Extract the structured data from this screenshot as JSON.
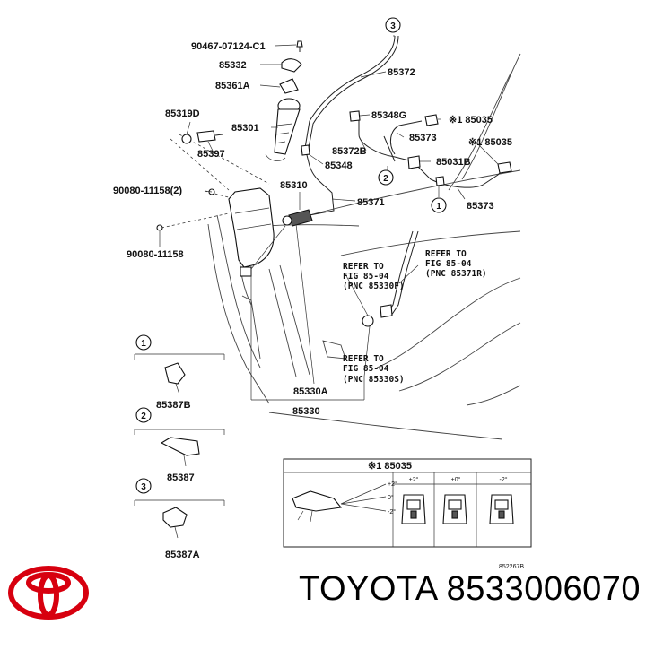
{
  "callouts": {
    "c3_top": "3",
    "c2_mid": "2",
    "c1_mid": "1",
    "c1_legend": "1",
    "c2_legend": "2",
    "c3_legend": "3"
  },
  "parts": {
    "p90467": "90467-07124-C1",
    "p85332": "85332",
    "p85361A": "85361A",
    "p85372": "85372",
    "p85319D": "85319D",
    "p85301": "85301",
    "p85397": "85397",
    "p85348G": "85348G",
    "p85035a": "※1 85035",
    "p85373a": "85373",
    "p85035b": "※1 85035",
    "p85372B": "85372B",
    "p85348": "85348",
    "p85031B": "85031B",
    "p90080a": "90080-11158(2)",
    "p85310": "85310",
    "p85371": "85371",
    "p85373b": "85373",
    "p90080b": "90080-11158",
    "p85330A": "85330A",
    "p85330": "85330",
    "p85387B": "85387B",
    "p85387": "85387",
    "p85387A": "85387A"
  },
  "refer": {
    "r1": [
      "REFER TO",
      "FIG 85-04",
      "(PNC 85330F)"
    ],
    "r2": [
      "REFER TO",
      "FIG 85-04",
      "(PNC 85371R)"
    ],
    "r3": [
      "REFER TO",
      "FIG 85-04",
      "(PNC 85330S)"
    ]
  },
  "inset": {
    "title": "※1 85035",
    "angles": [
      "+2°",
      "+0°",
      "-2°"
    ],
    "side_angles": [
      "+2°",
      "0°",
      "-2°"
    ]
  },
  "ref_code": "852267B",
  "footer": {
    "brand": "TOYOTA",
    "part_number": "8533006070",
    "logo_color": "#d7000f"
  }
}
